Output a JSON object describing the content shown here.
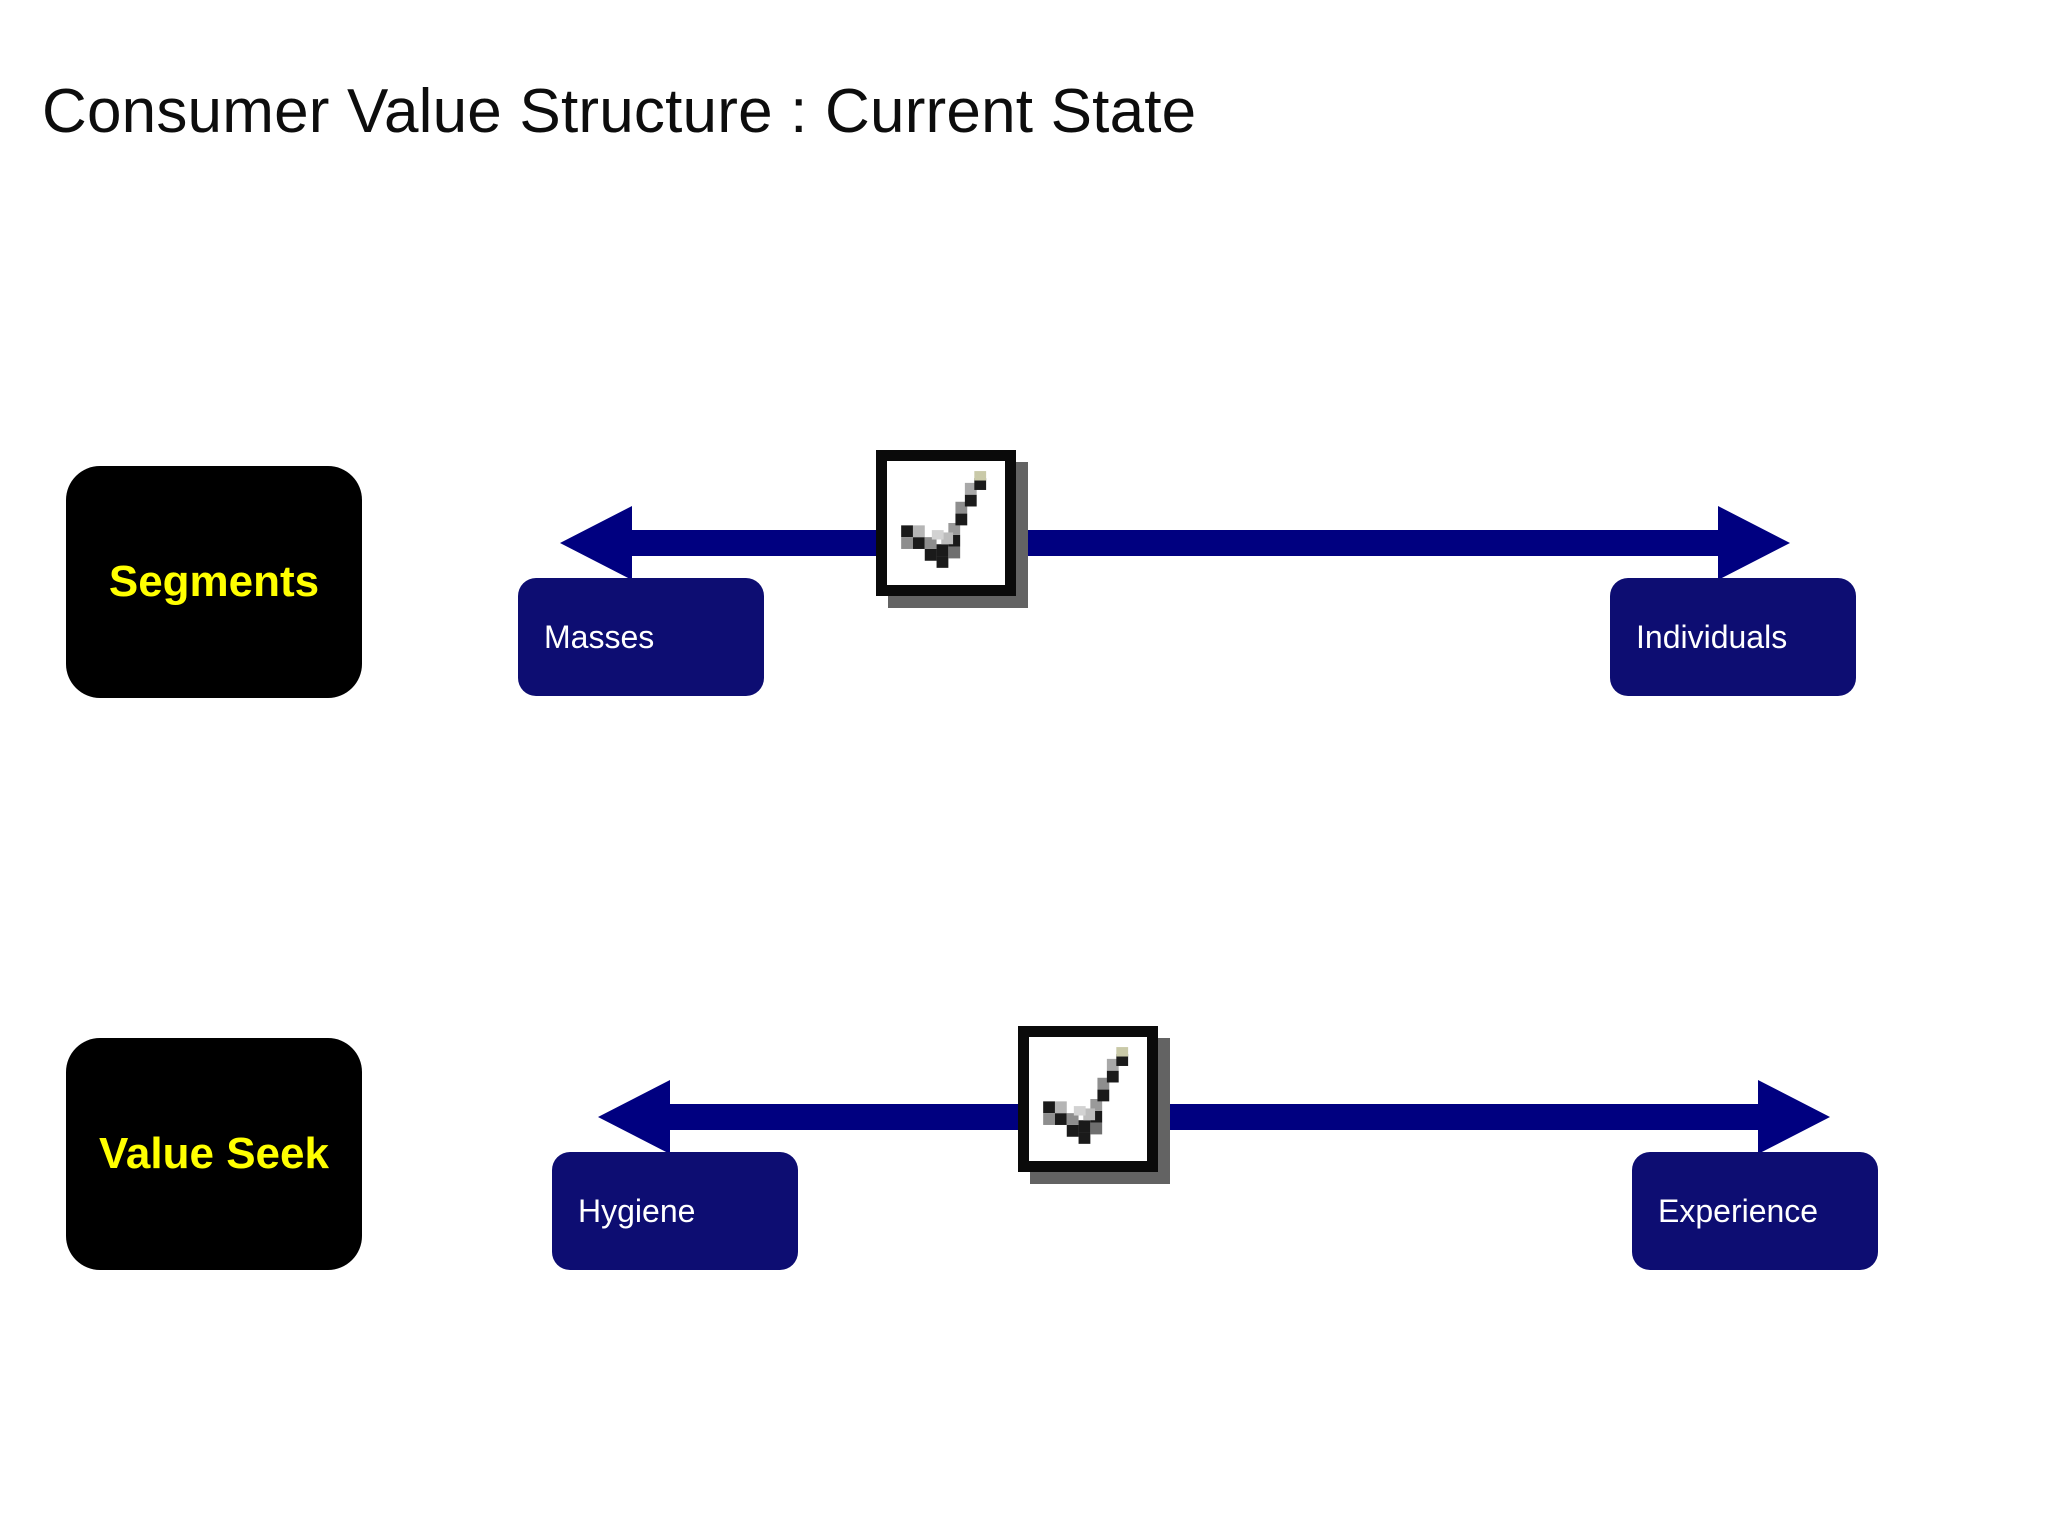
{
  "slide": {
    "title": "Consumer Value Structure : Current State",
    "background_color": "#ffffff",
    "title_color": "#0d0d0d"
  },
  "colors": {
    "navy": "#0d0d72",
    "arrow_navy": "#000080",
    "tile_black": "#000000",
    "tile_text_yellow": "#ffff00",
    "pole_text": "#ffffff",
    "check_frame": "#0a0a0a",
    "check_shadow": "#636363"
  },
  "rows": [
    {
      "id": "segments",
      "category_label": "Segments",
      "left_pole": "Masses",
      "right_pole": "Individuals",
      "marker": "checkmark",
      "marker_position": "center"
    },
    {
      "id": "value-seek",
      "category_label": "Value Seek",
      "left_pole": "Hygiene",
      "right_pole": "Experience",
      "marker": "checkmark",
      "marker_position": "center"
    }
  ]
}
